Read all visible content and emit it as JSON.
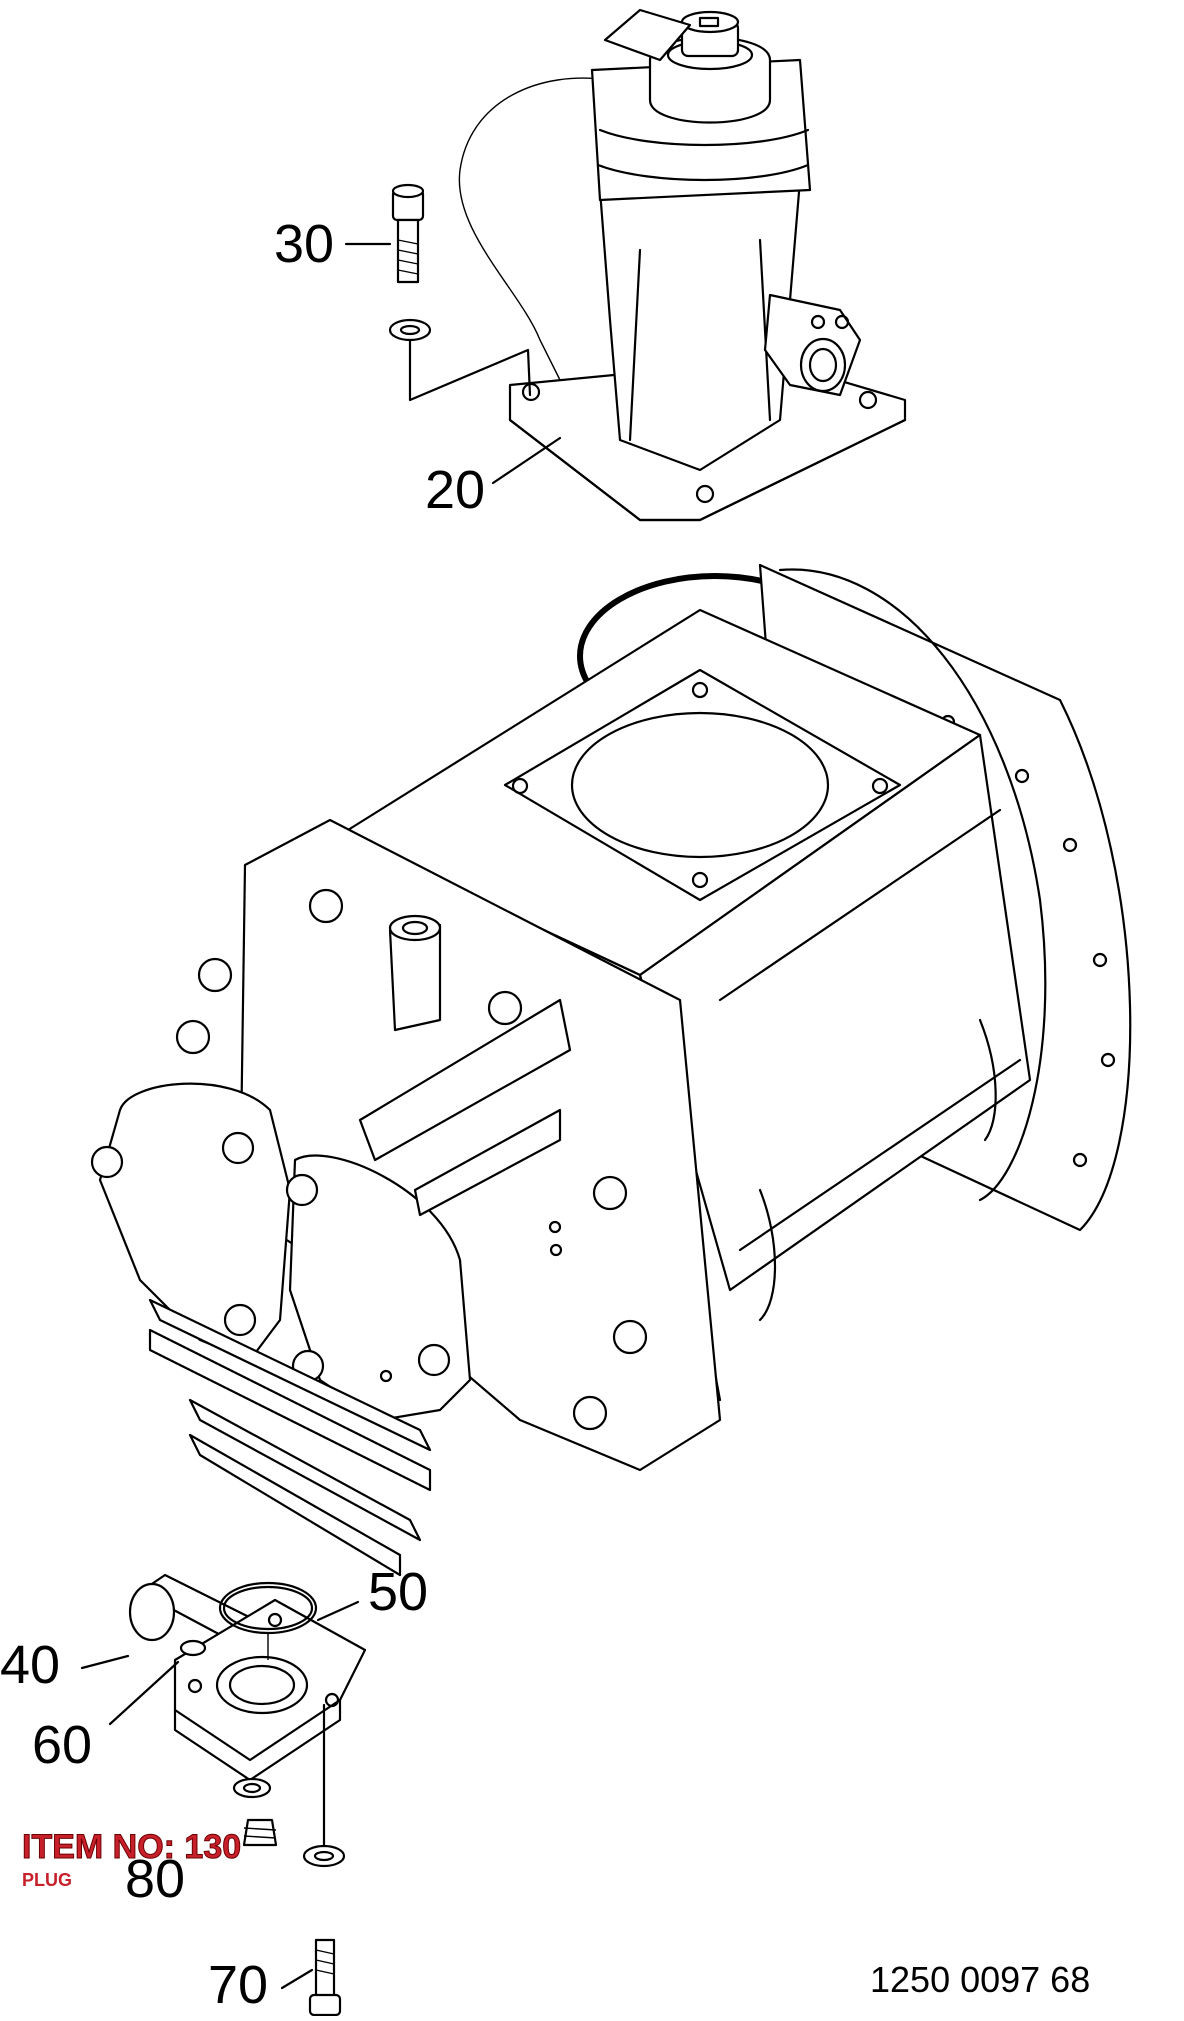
{
  "callouts": {
    "c20": "20",
    "c30": "30",
    "c40": "40",
    "c50": "50",
    "c60": "60",
    "c70": "70",
    "c80": "80"
  },
  "item_highlight": {
    "title": "ITEM NO: 130",
    "subtitle": "PLUG",
    "color": "#c8202a"
  },
  "document_number": "1250 0097 68",
  "highlight_ring_color": "#000000"
}
